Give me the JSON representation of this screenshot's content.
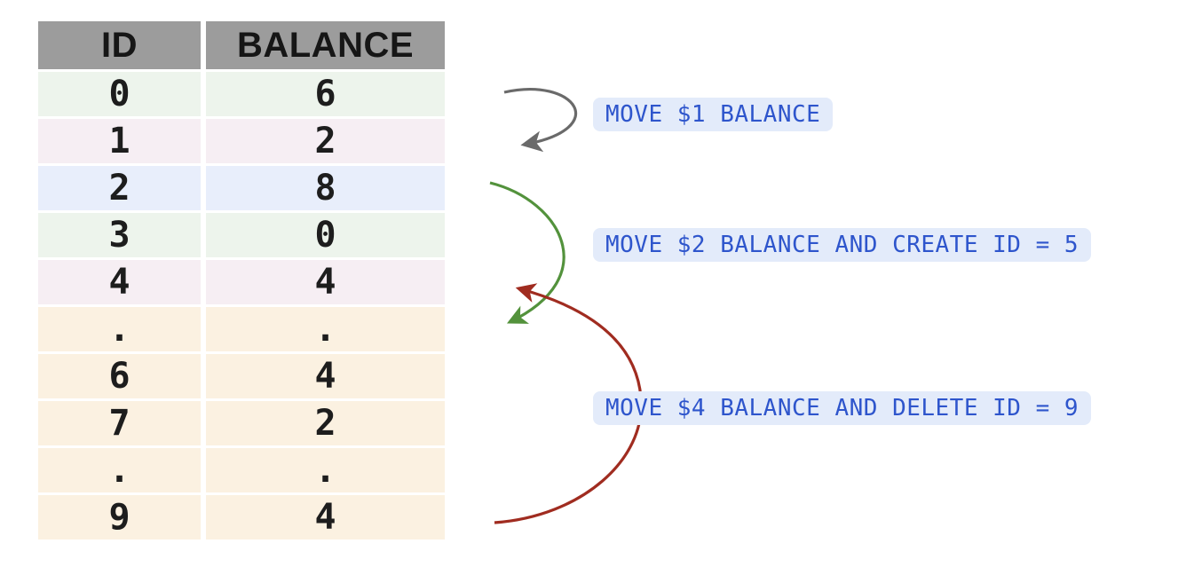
{
  "table": {
    "columns": [
      {
        "key": "id",
        "label": "ID"
      },
      {
        "key": "balance",
        "label": "BALANCE"
      }
    ],
    "rows": [
      {
        "id": "0",
        "balance": "6",
        "color": "green"
      },
      {
        "id": "1",
        "balance": "2",
        "color": "pink"
      },
      {
        "id": "2",
        "balance": "8",
        "color": "blue"
      },
      {
        "id": "3",
        "balance": "0",
        "color": "green"
      },
      {
        "id": "4",
        "balance": "4",
        "color": "pink"
      },
      {
        "id": ".",
        "balance": ".",
        "color": "cream"
      },
      {
        "id": "6",
        "balance": "4",
        "color": "cream"
      },
      {
        "id": "7",
        "balance": "2",
        "color": "cream"
      },
      {
        "id": ".",
        "balance": ".",
        "color": "cream"
      },
      {
        "id": "9",
        "balance": "4",
        "color": "cream"
      }
    ]
  },
  "annotations": [
    {
      "label": "MOVE $1 BALANCE",
      "arrow": "from row id 0 to row id 1",
      "arrow_color": "#6a6a6a"
    },
    {
      "label": "MOVE $2 BALANCE AND CREATE ID = 5",
      "arrow": "from row id 2 to new row (dot row after id 4)",
      "arrow_color": "#53923c"
    },
    {
      "label": "MOVE $4 BALANCE AND DELETE ID = 9",
      "arrow": "from row id 9 up to row id 4",
      "arrow_color": "#a02c20"
    }
  ],
  "colors": {
    "header_bg": "#9c9c9c",
    "row_green": "#edf4ec",
    "row_pink": "#f6eef3",
    "row_blue": "#e8eefb",
    "row_cream": "#fbf1e1",
    "label_bg": "#e3ebfa",
    "label_text": "#2e55cc",
    "arrow_gray": "#6a6a6a",
    "arrow_green": "#53923c",
    "arrow_red": "#a02c20",
    "cell_text": "#1d1d1d"
  }
}
